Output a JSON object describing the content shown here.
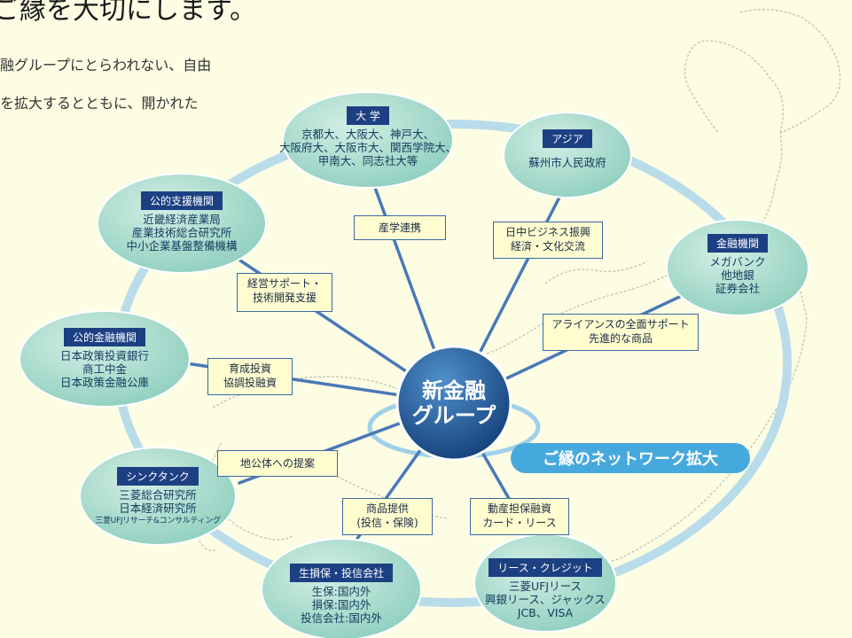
{
  "heading": "ご縁を大切にします。",
  "intro_lines": [
    "融グループにとらわれない、自由",
    "を拡大するとともに、開かれた"
  ],
  "center": {
    "line1": "新金融",
    "line2": "グループ"
  },
  "network_tag": "ご縁のネットワーク拡大",
  "nodes": {
    "university": {
      "header": "大 学",
      "lines": [
        "京都大、大阪大、神戸大、",
        "大阪府大、大阪市大、関西学院大、",
        "甲南大、同志社大等"
      ]
    },
    "asia": {
      "header": "アジア",
      "lines": [
        "蘇州市人民政府"
      ]
    },
    "finance": {
      "header": "金融機関",
      "lines": [
        "メガバンク",
        "他地銀",
        "証券会社"
      ]
    },
    "lease": {
      "header": "リース・クレジット",
      "lines": [
        "三菱UFJリース",
        "興銀リース、ジャックス",
        "JCB、VISA"
      ]
    },
    "insurance": {
      "header": "生損保・投信会社",
      "lines": [
        "生保:国内外",
        "損保:国内外",
        "投信会社:国内外"
      ]
    },
    "thinktank": {
      "header": "シンクタンク",
      "lines": [
        "三菱総合研究所",
        "日本経済研究所",
        "三菱UFJリサーチ&コンサルティング"
      ]
    },
    "public_finance": {
      "header": "公的金融機関",
      "lines": [
        "日本政策投資銀行",
        "商工中金",
        "日本政策金融公庫"
      ]
    },
    "public_support": {
      "header": "公的支援機関",
      "lines": [
        "近畿経済産業局",
        "産業技術総合研究所",
        "中小企業基盤整備機構"
      ]
    }
  },
  "links": {
    "academia": {
      "lines": [
        "産学連携"
      ]
    },
    "china": {
      "lines": [
        "日中ビジネス振興",
        "経済・文化交流"
      ]
    },
    "alliance": {
      "lines": [
        "アライアンスの全面サポート",
        "先進的な商品"
      ]
    },
    "collateral": {
      "lines": [
        "動産担保融資",
        "カード・リース"
      ]
    },
    "products": {
      "lines": [
        "商品提供",
        "(投信・保険)"
      ]
    },
    "municipal": {
      "lines": [
        "地公体への提案"
      ]
    },
    "investment": {
      "lines": [
        "育成投資",
        "協調投融資"
      ]
    },
    "management": {
      "lines": [
        "経営サポート・",
        "技術開発支援"
      ]
    }
  },
  "colors": {
    "background": "#fdfde4",
    "ring": "#b9dcea",
    "spoke": "#4a78b8",
    "node_fill": "#9fd6c6",
    "header_fill": "#1d4083",
    "label_fill": "#fffccf",
    "center_fill": "#1f5d9f",
    "tag_fill": "#46a9dd"
  }
}
